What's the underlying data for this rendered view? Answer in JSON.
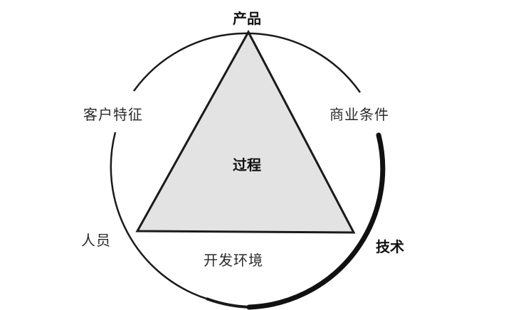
{
  "diagram": {
    "type": "triangle-in-circle",
    "center_label": "过程",
    "vertices": {
      "top": "产品",
      "bottom_left": "人员",
      "bottom_right": "技术"
    },
    "arc_labels": {
      "left": "客户特征",
      "right": "商业条件",
      "bottom": "开发环境"
    },
    "colors": {
      "triangle_fill": "#e3e3e3",
      "stroke": "#1a1a1a",
      "background": "#ffffff"
    }
  }
}
